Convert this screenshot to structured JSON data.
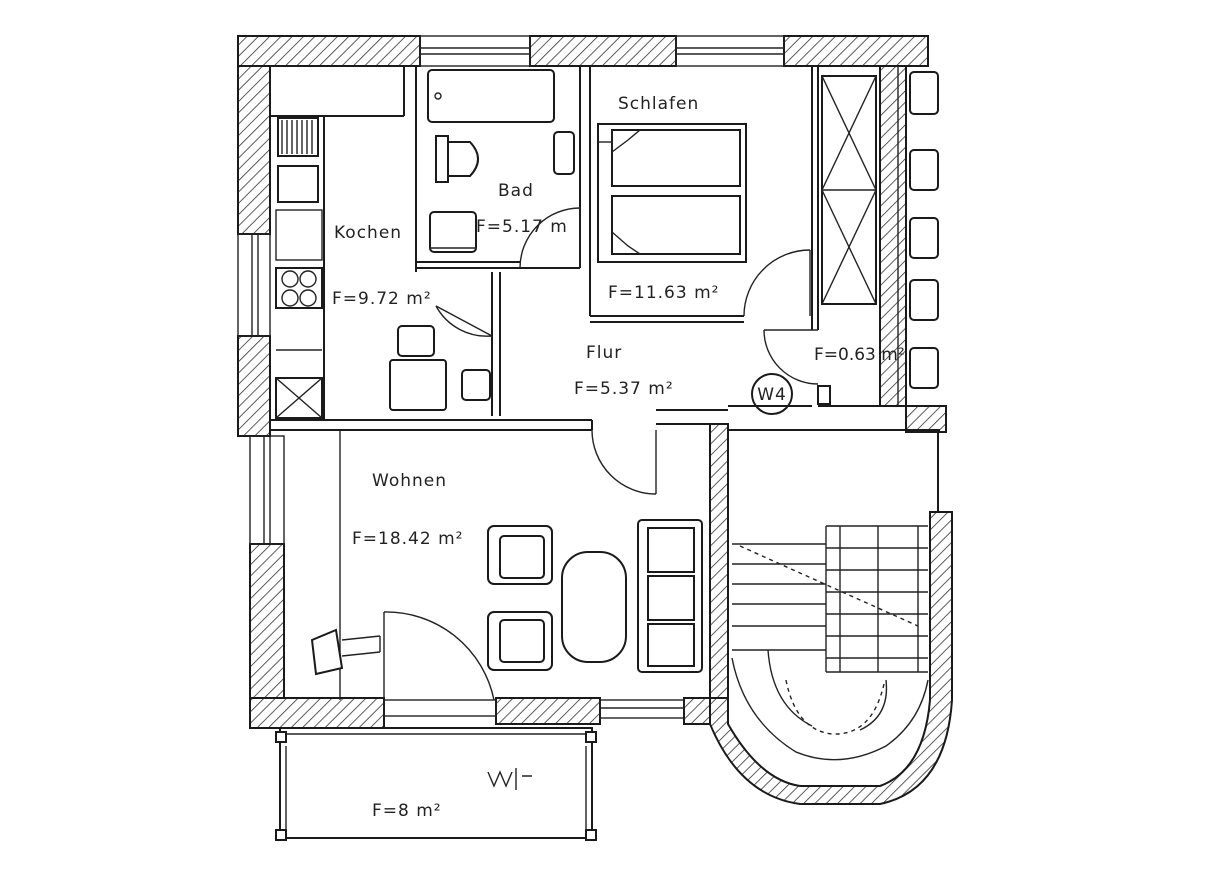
{
  "rooms": {
    "kitchen": {
      "name": "Kochen",
      "area": "F=9.72 m²"
    },
    "bath": {
      "name": "Bad",
      "area": "F=5.17 m"
    },
    "bedroom": {
      "name": "Schlafen",
      "area": "F=11.63 m²"
    },
    "hall": {
      "name": "Flur",
      "area": "F=5.37 m²"
    },
    "closet": {
      "area": "F=0.63 m²"
    },
    "living": {
      "name": "Wohnen",
      "area": "F=18.42 m²"
    },
    "balcony": {
      "area": "F=8 m²"
    }
  },
  "markers": {
    "w4": "W4"
  },
  "colors": {
    "ink": "#1a1a1a",
    "paper": "#ffffff"
  }
}
